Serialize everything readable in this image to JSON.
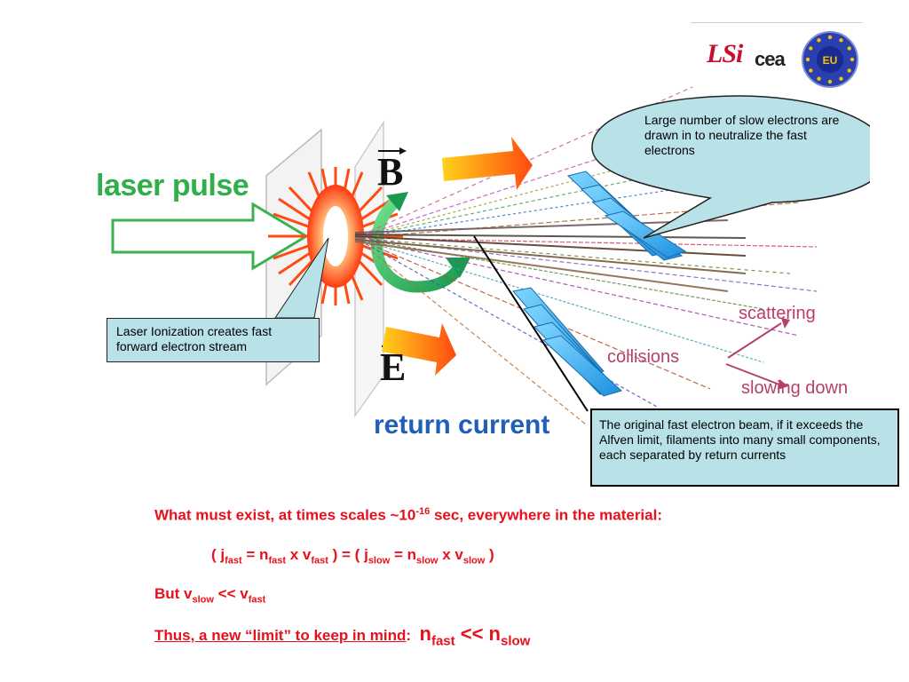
{
  "logos": {
    "lsi_text": "LSi",
    "cea_text": "cea",
    "eu_text": "EU"
  },
  "figure": {
    "laser_pulse": "laser pulse",
    "B_label": "B",
    "E_label": "E",
    "return_current": "return current",
    "scattering": "scattering",
    "collisions": "collisions",
    "slowing_down": "slowing down",
    "colors": {
      "laser": "#2fae4a",
      "return": "#1f5fb8",
      "callout_fill": "#b8e2e8",
      "text_red": "#e8101c"
    }
  },
  "callouts": {
    "laser_ionization": "Laser Ionization creates fast forward electron stream",
    "slow_electrons": "Large number of slow electrons are drawn in to neutralize the fast electrons",
    "original_beam": "The original fast electron beam, if it exceeds the Alfven limit, filaments into many small components, each separated by return currents"
  },
  "text": {
    "q_part1": "What must exist, at times scales ",
    "q_approx": "~10",
    "q_exp": "-16",
    "q_part2": " sec, everywhere in the material:",
    "eq_open": "( j",
    "eq_fast": "fast",
    "eq_eq": " = n",
    "eq_x": " x v",
    "eq_mid": " )  =   ( j",
    "eq_slow": "slow",
    "eq_close": " )",
    "but": "But v",
    "lt": " << v",
    "thus": "Thus, a new “limit” to keep in mind",
    "colon": ":",
    "n": "n",
    "ll": " <<  n"
  }
}
